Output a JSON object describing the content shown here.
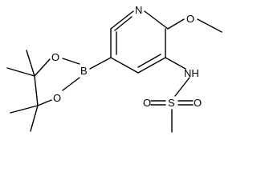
{
  "structure": {
    "atom_labels": {
      "pyridine_n": "N",
      "methoxy_o": "O",
      "boronate_b": "B",
      "ring_o_upper": "O",
      "ring_o_lower": "O",
      "amide_nh": "NH",
      "sulfonyl_s": "S",
      "sulfonyl_o_left": "O",
      "sulfonyl_o_right": "O"
    }
  }
}
